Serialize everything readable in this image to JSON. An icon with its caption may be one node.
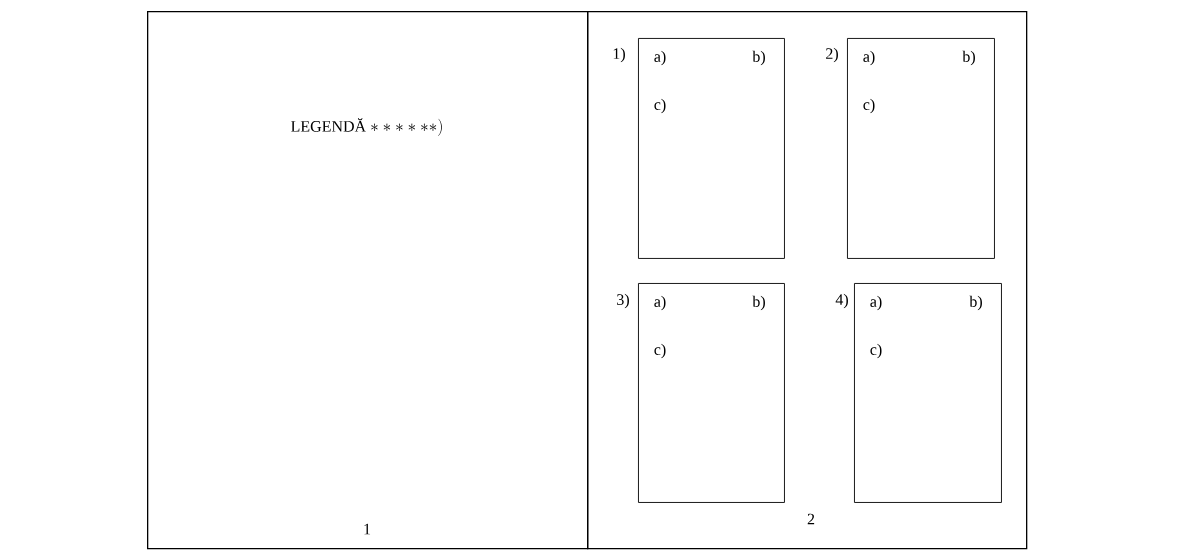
{
  "diagram": {
    "nodes": [
      {
        "text": [
          "LEGENDĂ",
          "******)",
          "1"
        ]
      },
      {
        "text": [
          "2"
        ]
      },
      {
        "text": [
          "a)",
          "b)",
          "c)"
        ],
        "beside": [
          "1)"
        ],
        "in": 1
      },
      {
        "text": [
          "a)",
          "b)",
          "c)"
        ],
        "beside": [
          "2)"
        ],
        "in": 1
      },
      {
        "text": [
          "a)",
          "b)",
          "c)"
        ],
        "beside": [
          "3)"
        ],
        "in": 1
      },
      {
        "text": [
          "a)",
          "b)",
          "c)"
        ],
        "beside": [
          "4)"
        ],
        "in": 1
      }
    ]
  }
}
